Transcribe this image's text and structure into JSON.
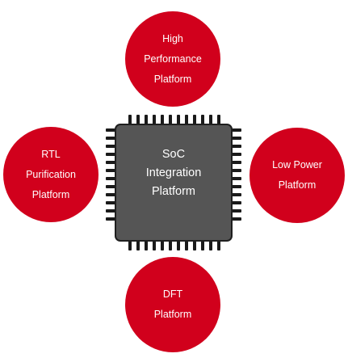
{
  "colors": {
    "circle": "#d1001c",
    "chip_body": "#555555",
    "chip_border": "#1f1f1f",
    "pin": "#1a1a1a"
  },
  "center": {
    "line1": "SoC",
    "line2": "Integration",
    "line3": "Platform"
  },
  "top": {
    "line1": "High",
    "line2": "Performance",
    "line3": "Platform"
  },
  "left": {
    "line1": "RTL",
    "line2": "Purification",
    "line3": "Platform"
  },
  "right": {
    "line1": "Low Power",
    "line2": "Platform"
  },
  "bottom": {
    "line1": "DFT",
    "line2": "Platform"
  }
}
